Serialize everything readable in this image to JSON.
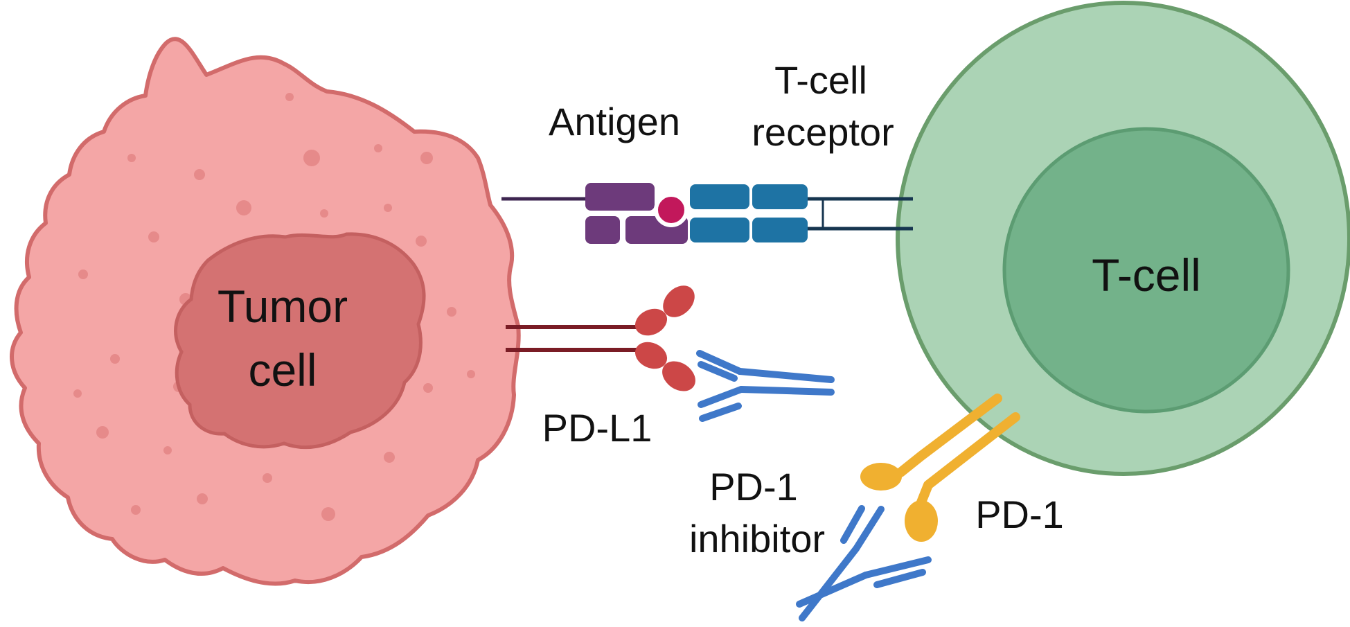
{
  "labels": {
    "tumor_cell_line1": "Tumor",
    "tumor_cell_line2": "cell",
    "t_cell": "T-cell",
    "antigen": "Antigen",
    "tcr_line1": "T-cell",
    "tcr_line2": "receptor",
    "pd_l1": "PD-L1",
    "pd1_inhibitor_line1": "PD-1",
    "pd1_inhibitor_line2": "inhibitor",
    "pd1": "PD-1"
  },
  "colors": {
    "tumor_fill": "#f4a6a6",
    "tumor_outline": "#d26b6b",
    "tumor_nucleus": "#d47272",
    "tumor_nucleus_outline": "#c46060",
    "tumor_dots": "#e68a8a",
    "tcell_outer": "#abd3b5",
    "tcell_outline": "#6a9d6c",
    "tcell_nucleus": "#73b28a",
    "tcell_nucleus_outline": "#5c9c72",
    "antigen_mhc": "#6d3a7b",
    "antigen_peptide": "#c2185b",
    "tcr": "#1e73a4",
    "tcr_line": "#16354f",
    "pd_l1": "#cc4747",
    "pd_l1_line": "#7a1c25",
    "inhibitor": "#3f78c9",
    "pd1": "#f0b030"
  }
}
